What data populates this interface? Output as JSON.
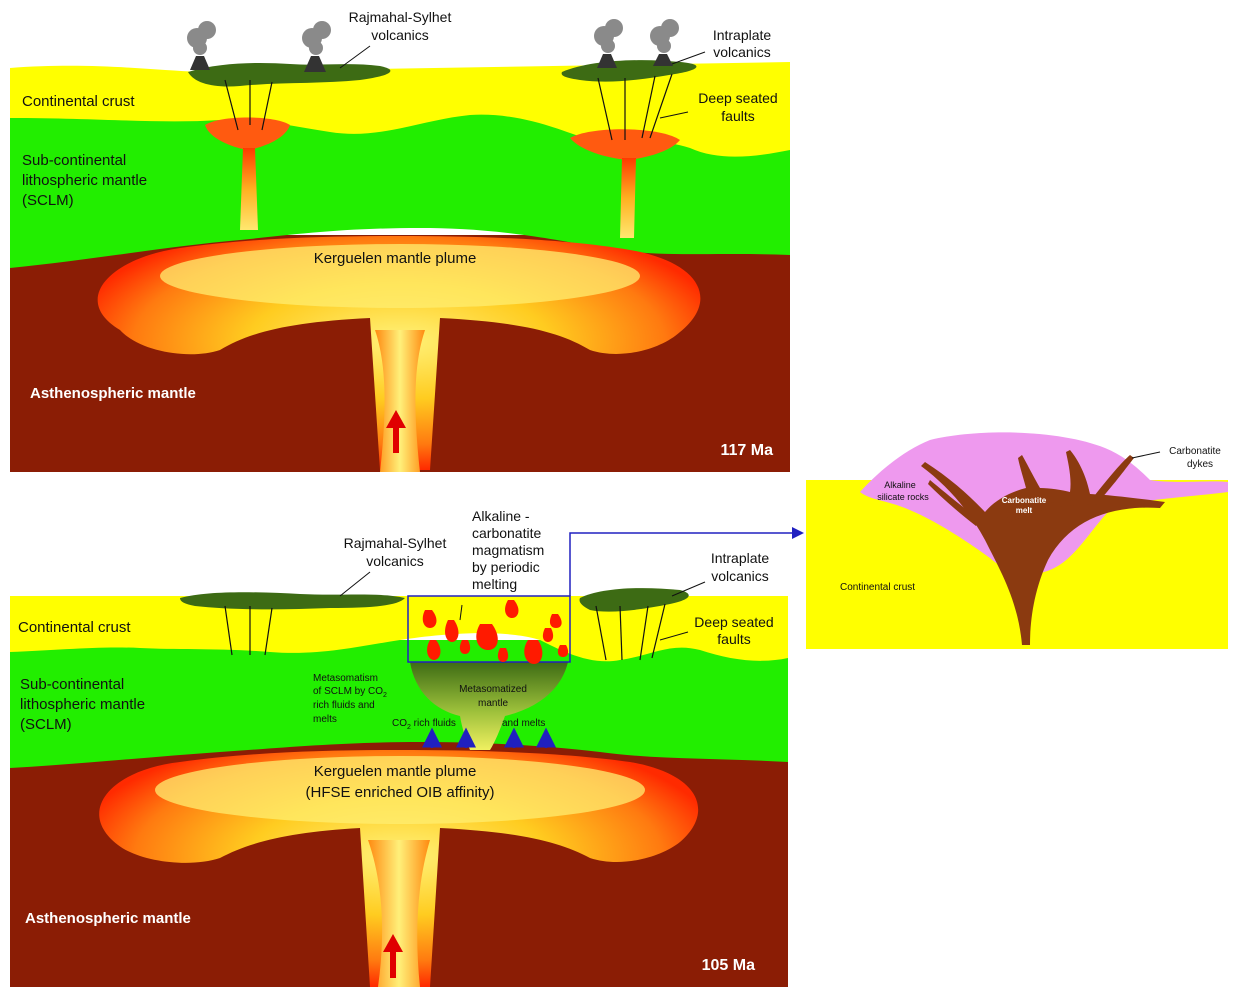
{
  "colors": {
    "crust": "#ffff00",
    "sclm": "#22ee00",
    "asthenosphere": "#8b1d05",
    "volcanics": "#3d6b14",
    "plume_outer": "#ff3a00",
    "plume_inner": "#ffe65a",
    "alkaline": "#ee99ee",
    "carbonatite": "#8b3a10",
    "box": "#2020c0"
  },
  "top": {
    "volcanics_label_1": "Rajmahal-Sylhet",
    "volcanics_label_2": "volcanics",
    "intraplate_1": "Intraplate",
    "intraplate_2": "volcanics",
    "faults_1": "Deep seated",
    "faults_2": "faults",
    "crust": "Continental crust",
    "sclm_1": "Sub-continental",
    "sclm_2": "lithospheric mantle",
    "sclm_3": "(SCLM)",
    "plume": "Kerguelen  mantle plume",
    "asthenosphere": "Asthenospheric mantle",
    "age": "117 Ma"
  },
  "bottom": {
    "volcanics_label_1": "Rajmahal-Sylhet",
    "volcanics_label_2": "volcanics",
    "alkaline_1": "Alkaline -",
    "alkaline_2": "carbonatite",
    "alkaline_3": "magmatism",
    "alkaline_4": "by periodic",
    "alkaline_5": "melting",
    "intraplate_1": "Intraplate",
    "intraplate_2": "volcanics",
    "faults_1": "Deep seated",
    "faults_2": "faults",
    "crust": "Continental crust",
    "sclm_1": "Sub-continental",
    "sclm_2": "lithospheric mantle",
    "sclm_3": "(SCLM)",
    "meta_1": "Metasomatism",
    "meta_2": "of SCLM by CO",
    "meta_2_sub": "2",
    "meta_3": "rich fluids and",
    "meta_4": "melts",
    "metazone_1": "Metasomatized",
    "metazone_2": "mantle",
    "fluids": "CO",
    "fluids_sub": "2",
    "fluids_rest": " rich fluids",
    "and_melts": "and melts",
    "plume_1": "Kerguelen  mantle plume",
    "plume_2": "(HFSE enriched OIB affinity)",
    "asthenosphere": "Asthenospheric mantle",
    "age": "105 Ma"
  },
  "inset": {
    "carbonatite_1": "Carbonatite",
    "carbonatite_2": "dykes",
    "alkaline_1": "Alkaline",
    "alkaline_2": "silicate rocks",
    "melt_1": "Carbonatite",
    "melt_2": "melt",
    "crust": "Continental crust"
  }
}
